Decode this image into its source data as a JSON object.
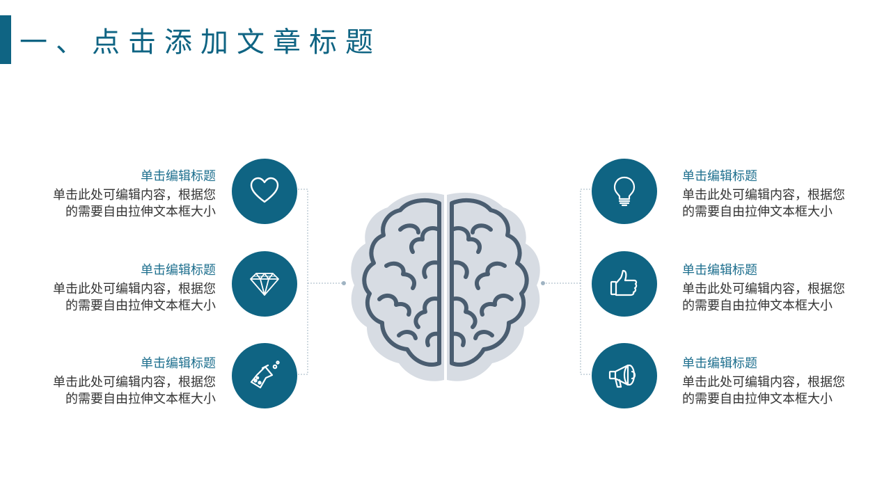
{
  "header": {
    "title": "一、点击添加文章标题"
  },
  "left_items": [
    {
      "title": "单击编辑标题",
      "line1": "单击此处可编辑内容，根据您",
      "line2": "的需要自由拉伸文本框大小",
      "icon": "heart-icon"
    },
    {
      "title": "单击编辑标题",
      "line1": "单击此处可编辑内容，根据您",
      "line2": "的需要自由拉伸文本框大小",
      "icon": "diamond-icon"
    },
    {
      "title": "单击编辑标题",
      "line1": "单击此处可编辑内容，根据您",
      "line2": "的需要自由拉伸文本框大小",
      "icon": "flask-icon"
    }
  ],
  "right_items": [
    {
      "title": "单击编辑标题",
      "line1": "单击此处可编辑内容，根据您",
      "line2": "的需要自由拉伸文本框大小",
      "icon": "lightbulb-icon"
    },
    {
      "title": "单击编辑标题",
      "line1": "单击此处可编辑内容，根据您",
      "line2": "的需要自由拉伸文本框大小",
      "icon": "thumbs-up-icon"
    },
    {
      "title": "单击编辑标题",
      "line1": "单击此处可编辑内容，根据您",
      "line2": "的需要自由拉伸文本框大小",
      "icon": "megaphone-icon"
    }
  ],
  "center": {
    "icon": "brain-icon"
  },
  "colors": {
    "accent": "#0f6483",
    "title_text": "#1e6f8e",
    "body_text": "#333333",
    "brain_fill": "#d7dce3",
    "brain_stroke": "#4a5d70"
  }
}
